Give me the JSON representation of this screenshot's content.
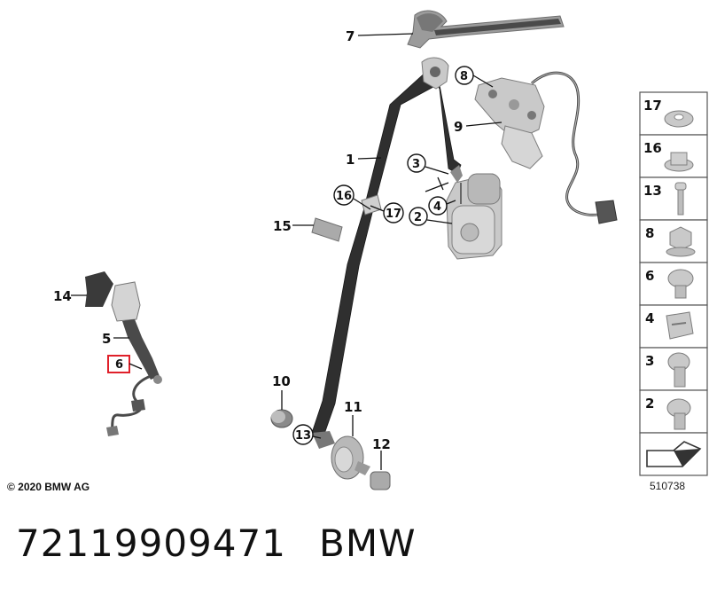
{
  "callouts": {
    "c1": "1",
    "c2": "2",
    "c3": "3",
    "c4": "4",
    "c5": "5",
    "c6": "6",
    "c7": "7",
    "c8": "8",
    "c9": "9",
    "c10": "10",
    "c11": "11",
    "c12": "12",
    "c13": "13",
    "c14": "14",
    "c15": "15",
    "c16": "16",
    "c17": "17"
  },
  "highlight_color": "#e0202a",
  "sidebar": {
    "items": [
      "17",
      "16",
      "13",
      "8",
      "6",
      "4",
      "3",
      "2"
    ]
  },
  "footer": {
    "copyright": "© 2020 BMW AG",
    "diagram_id": "510738"
  },
  "part_number": "72119909471",
  "brand": "BMW"
}
